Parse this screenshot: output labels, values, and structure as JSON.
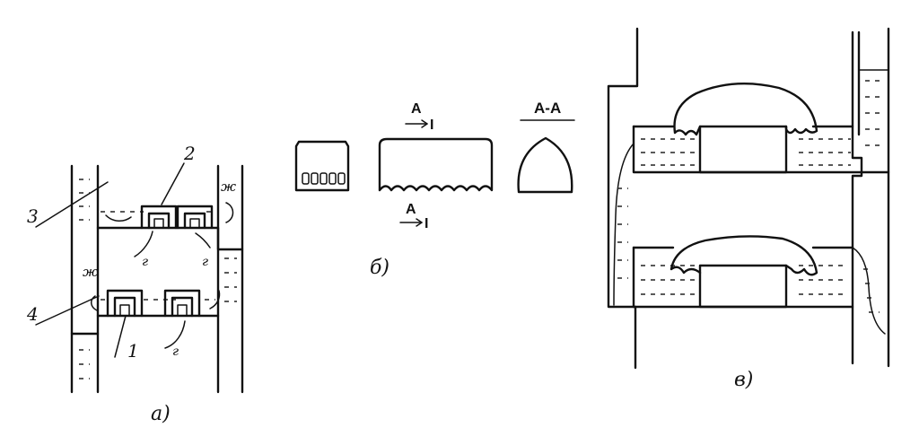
{
  "diagram": {
    "panel_a": {
      "caption": "а)",
      "callouts": {
        "one": "1",
        "two": "2",
        "three": "3",
        "four": "4"
      },
      "flow_labels": {
        "liquid_top": "ж",
        "liquid_bottom": "ж",
        "gas": "г"
      }
    },
    "panel_b": {
      "caption": "б)",
      "section_arrow_label": "А",
      "section_arrow_mark": "I",
      "section_title": "А-А"
    },
    "panel_c": {
      "caption": "в)"
    }
  }
}
